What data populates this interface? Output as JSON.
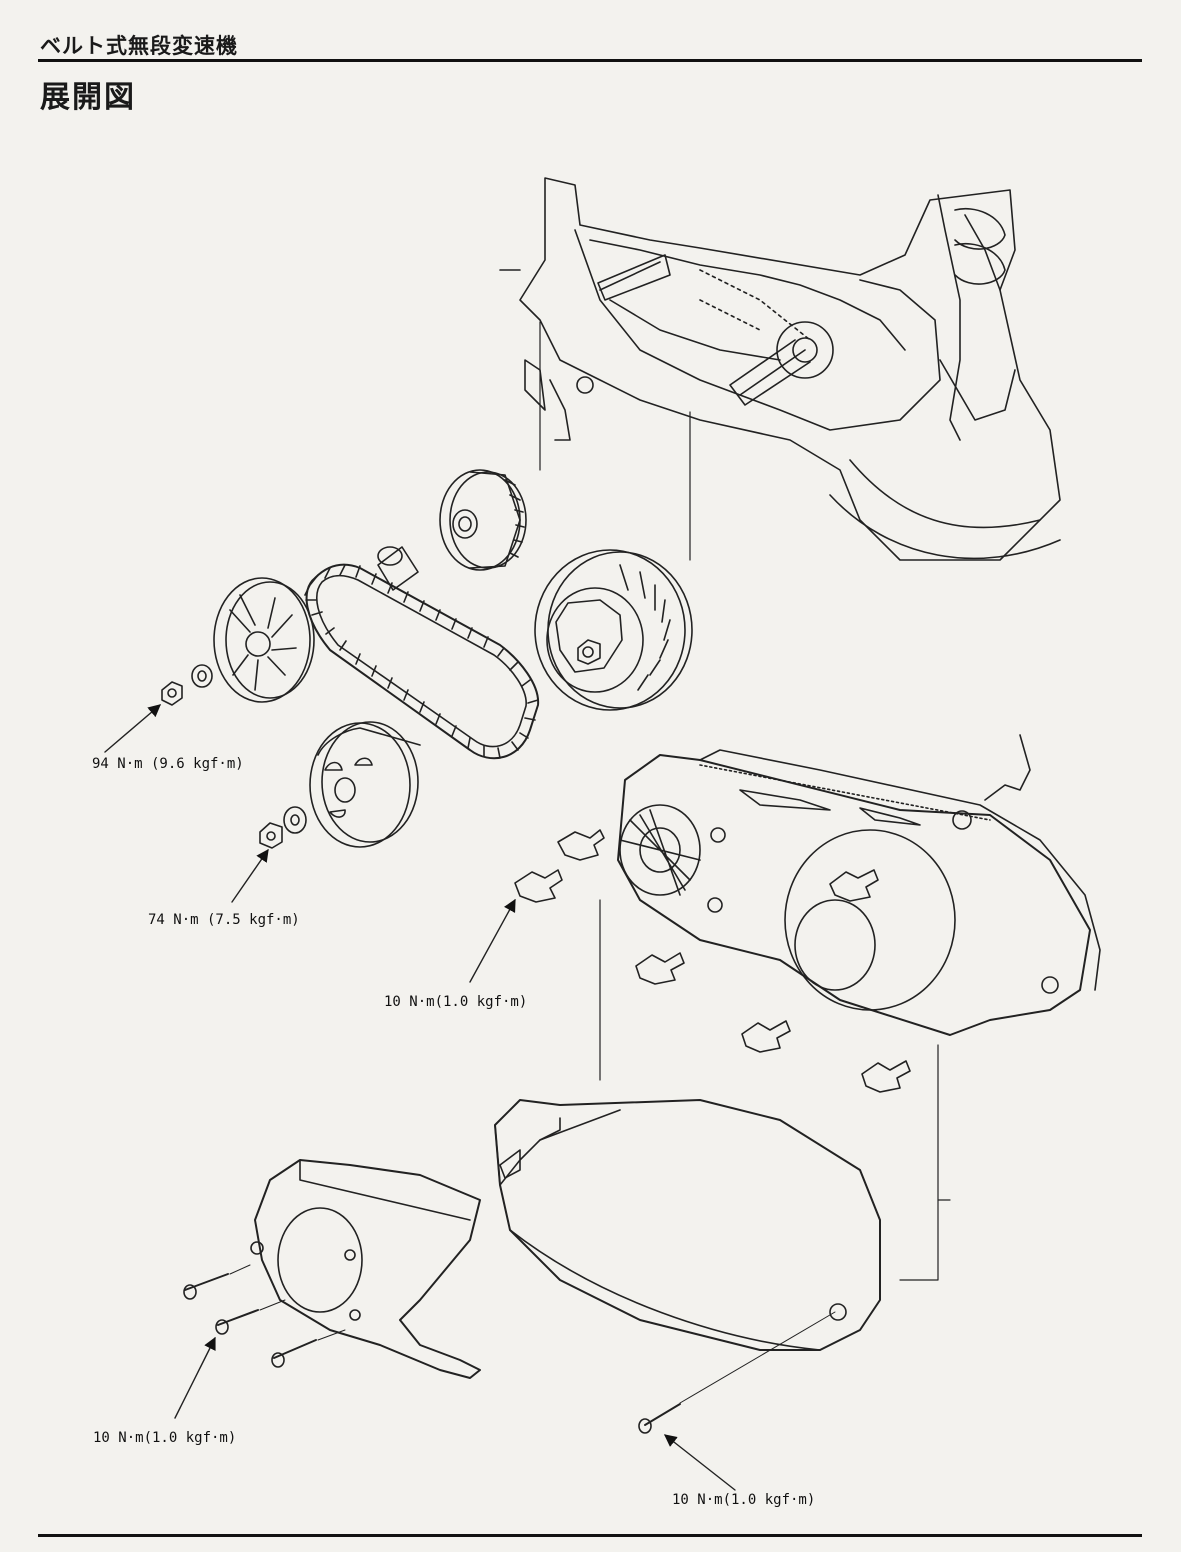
{
  "header": {
    "section_title": "ベルト式無段変速機",
    "page_heading": "展開図"
  },
  "torque_specs": [
    "94 N·m (9.6 kgf·m)",
    "74 N·m (7.5 kgf·m)",
    "10 N·m(1.0 kgf·m)",
    "10 N·m(1.0 kgf·m)",
    "10 N·m(1.0 kgf·m)"
  ]
}
